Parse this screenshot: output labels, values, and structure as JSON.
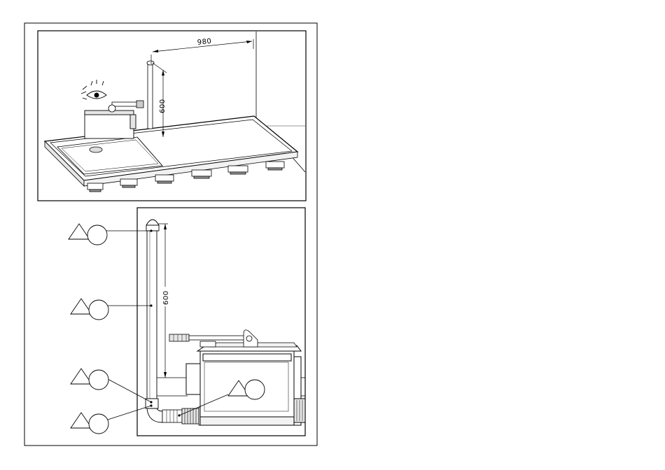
{
  "top_panel": {
    "horizontal_dimension": "980",
    "vertical_dimension": "600"
  },
  "bottom_panel": {
    "vertical_dimension": "600",
    "callouts": [
      {
        "label": ""
      },
      {
        "label": ""
      },
      {
        "label": ""
      },
      {
        "label": ""
      },
      {
        "label": ""
      }
    ]
  },
  "colors": {
    "line": "#000000",
    "fill": "#ffffff",
    "shade": "#e6e6e6",
    "dark": "#555555"
  }
}
